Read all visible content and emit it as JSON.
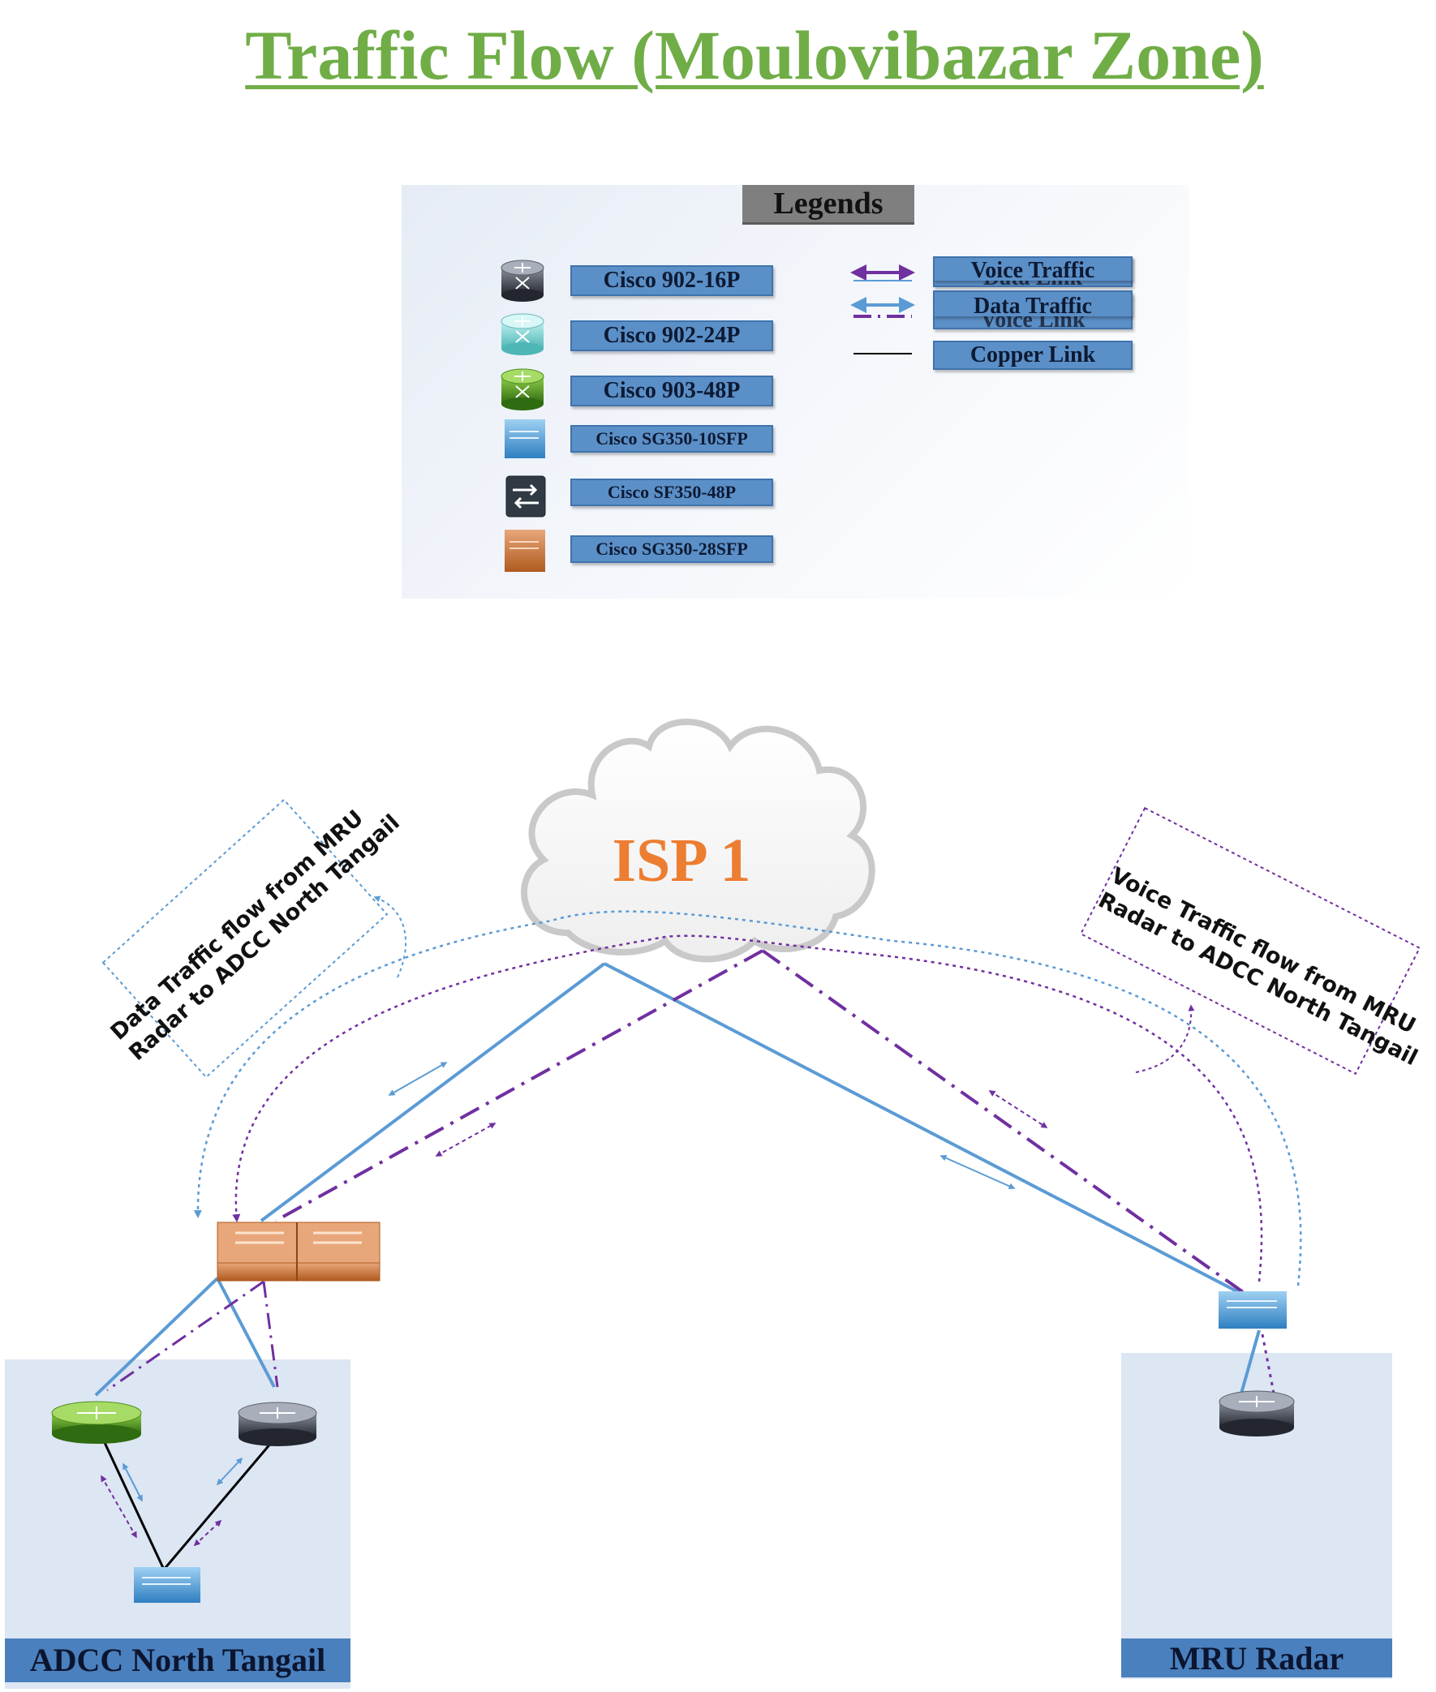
{
  "title": "Traffic Flow (Moulovibazar Zone)",
  "legend": {
    "header": "Legends",
    "devices": [
      {
        "label": "Cisco 902-16P",
        "icon": "router-dark-icon"
      },
      {
        "label": "Cisco 902-24P",
        "icon": "router-cyan-icon"
      },
      {
        "label": "Cisco 903-48P",
        "icon": "router-green-icon"
      },
      {
        "label": "Cisco SG350-10SFP",
        "icon": "switch-blue-icon"
      },
      {
        "label": "Cisco SF350-48P",
        "icon": "switch-dark-icon"
      },
      {
        "label": "Cisco SG350-28SFP",
        "icon": "switch-orange-icon"
      }
    ],
    "links": [
      {
        "label": "Voice Traffic",
        "behind": "Data Link"
      },
      {
        "label": "Data Traffic",
        "behind": "Voice Link"
      },
      {
        "label": "Copper Link"
      }
    ]
  },
  "cloud": {
    "label": "ISP 1"
  },
  "callouts": {
    "data": [
      "Data Traffic flow from MRU",
      "Radar to ADCC North Tangail"
    ],
    "voice": [
      "Voice Traffic flow from MRU",
      "Radar to ADCC North Tangail"
    ]
  },
  "zones": {
    "left": "ADCC North Tangail",
    "right": "MRU Radar"
  },
  "colors": {
    "title": "#70ad47",
    "isp": "#ed7d31",
    "data_link": "#5b9bd5",
    "voice_link": "#7030a0",
    "copper_link": "#000000",
    "label_fill": "#5b8fc7"
  }
}
